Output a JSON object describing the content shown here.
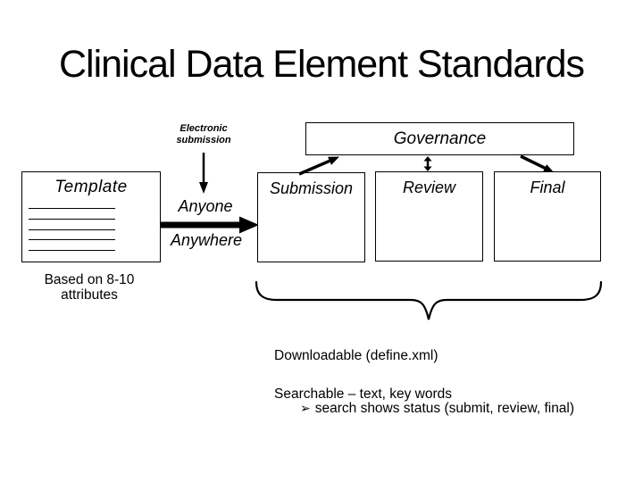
{
  "slide": {
    "title": "Clinical Data Element Standards"
  },
  "diagram": {
    "electronic_submission": "Electronic submission",
    "governance_label": "Governance",
    "template_label": "Template",
    "anyone": "Anyone",
    "anywhere": "Anywhere",
    "based_on": "Based on 8-10 attributes",
    "stages": [
      {
        "label": "Submission"
      },
      {
        "label": "Review"
      },
      {
        "label": "Final"
      }
    ],
    "icons": {
      "down_arrow": "arrow pointing down from Electronic submission",
      "right_arrow": "thick arrow from Template to Submission",
      "up_diagonal_arrow": "arrow from Submission to Governance",
      "double_vertical_arrow": "two-way arrow between Governance and Review",
      "down_diagonal_arrow": "arrow from Governance to Final",
      "curly_brace": "brace grouping Submission, Review, Final"
    },
    "colors": {
      "foreground": "#000000",
      "background": "#ffffff"
    }
  },
  "notes": {
    "downloadable": "Downloadable (define.xml)",
    "searchable": "Searchable – text, key words",
    "bullet": "➢",
    "search_status": "search shows status (submit, review, final)"
  }
}
